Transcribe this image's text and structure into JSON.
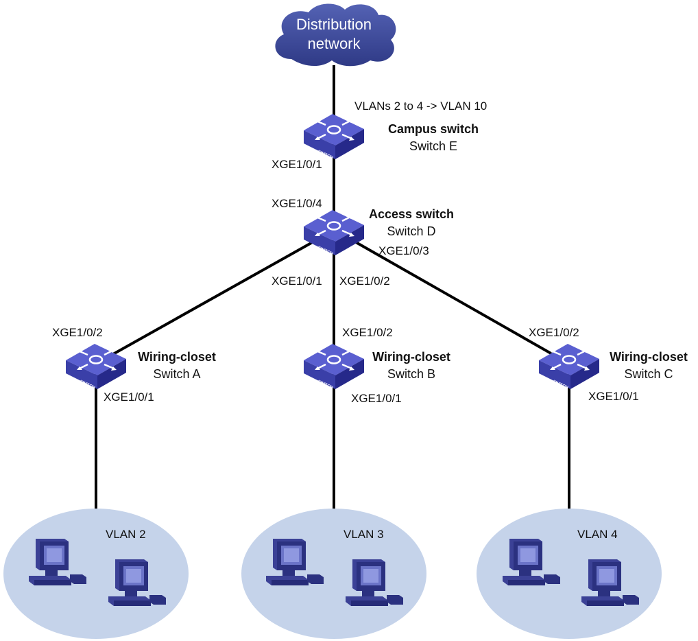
{
  "cloud": {
    "line1": "Distribution",
    "line2": "network"
  },
  "mapping_note": "VLANs 2 to 4 -> VLAN 10",
  "switch_badge": "SWITCH",
  "switches": {
    "e": {
      "role": "Campus switch",
      "name": "Switch E"
    },
    "d": {
      "role": "Access switch",
      "name": "Switch D"
    },
    "a": {
      "role": "Wiring-closet",
      "name": "Switch A"
    },
    "b": {
      "role": "Wiring-closet",
      "name": "Switch B"
    },
    "c": {
      "role": "Wiring-closet",
      "name": "Switch C"
    }
  },
  "ports": {
    "e_down": "XGE1/0/1",
    "d_up": "XGE1/0/4",
    "d_to_c": "XGE1/0/3",
    "d_to_a": "XGE1/0/1",
    "d_to_b": "XGE1/0/2",
    "a_up": "XGE1/0/2",
    "b_up": "XGE1/0/2",
    "c_up": "XGE1/0/2",
    "a_down": "XGE1/0/1",
    "b_down": "XGE1/0/1",
    "c_down": "XGE1/0/1"
  },
  "vlans": {
    "a": "VLAN 2",
    "b": "VLAN 3",
    "c": "VLAN 4"
  },
  "colors": {
    "switch_top": "#5a5fd0",
    "switch_side": "#2a2d8c",
    "cloud": "#3e4a9a",
    "vlan_area": "#c5d3ea",
    "link": "#000000"
  }
}
